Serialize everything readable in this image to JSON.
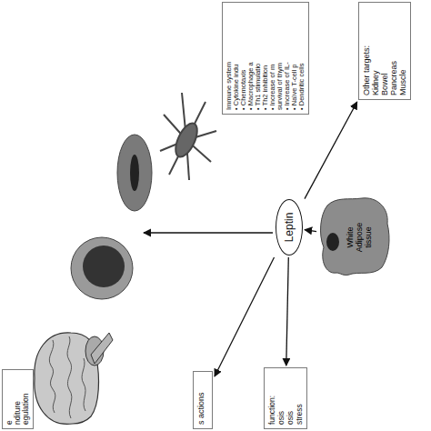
{
  "diagram": {
    "nodes": [
      {
        "text": [
          "Leptin"
        ]
      },
      {
        "text": [
          "White Adipose tissue"
        ]
      },
      {
        "text": [
          "Immune system",
          "• Cytokine indu",
          "• Chemotaxis",
          "• Macrophage a",
          "• Th1 stimulatio",
          "• Th2 inhibition",
          "• Increase of m",
          "survival of thym",
          "• Increase of IL-",
          "• Naïve T-cell p",
          "• Dendritic cells"
        ]
      },
      {
        "text": [
          "Other targets:",
          "Kidney",
          "Bowel",
          "Pancreas",
          "Muscle"
        ]
      },
      {
        "text": [
          "e",
          "nditure",
          "egulation"
        ]
      },
      {
        "text": [
          "s actions"
        ]
      },
      {
        "text": [
          "function:",
          "osis",
          "osis",
          "stress"
        ]
      }
    ],
    "edges": [
      {
        "from": 1,
        "to": 0,
        "arrow": "to"
      },
      {
        "from": 0,
        "to": 3,
        "arrow": "to"
      },
      {
        "from": 0,
        "to": 5,
        "arrow": "to"
      },
      {
        "from": 0,
        "to": 6,
        "arrow": "to"
      }
    ]
  }
}
